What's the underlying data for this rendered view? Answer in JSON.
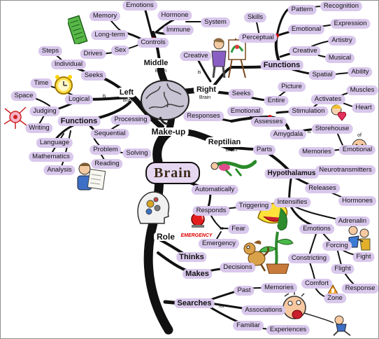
{
  "diagram": {
    "center": "Brain",
    "branches": {
      "middle": {
        "label": "Middle",
        "sub": "Brain",
        "controls": "Controls",
        "emotions": "Emotions",
        "hormone": "Hormone",
        "immune": "Immune",
        "system": "System",
        "memory": "Memory",
        "long_term": "Long-term",
        "drives": "Drives",
        "sex": "Sex"
      },
      "left": {
        "label": "Left",
        "sub": "Brain",
        "seeks": "Seeks",
        "individual": "Individual",
        "steps": "Steps",
        "is": "is",
        "logical": "Logical",
        "time": "Time",
        "space": "Space",
        "judging": "Judging",
        "writing": "Writing",
        "functions": "Functions",
        "language": "Language",
        "mathematics": "Mathematics",
        "analysis": "Analysis",
        "sequential": "Sequential",
        "processing": "Processing",
        "problem": "Problem",
        "solving": "Solving",
        "reading": "Reading"
      },
      "right": {
        "label": "Right",
        "sub": "Brain",
        "is": "is",
        "creative": "Creative",
        "functions": "Functions",
        "perceptual": "Perceptual",
        "skills": "Skills",
        "pattern": "Pattern",
        "recognition": "Recognition",
        "emotional": "Emotional",
        "expression": "Expression",
        "creative2": "Creative",
        "artistry": "Artistry",
        "musical": "Musical",
        "spatial": "Spatial",
        "ability": "Ability",
        "seeks": "Seeks",
        "picture": "Picture",
        "entire": "Entire"
      },
      "makeup": {
        "label": "Make-up",
        "responses": "Responses",
        "emotional": "Emotional",
        "assesses": "Assesses",
        "stimulation": "Stimulation",
        "activates": "Activates",
        "muscles": "Muscles",
        "heart": "Heart",
        "amygdala": "Amygdala",
        "is": "is",
        "storehouse": "Storehouse",
        "of": "of",
        "memories": "Memories",
        "emotional2": "Emotional"
      },
      "reptilian": {
        "label": "Reptilian",
        "sub": "Brain",
        "parts": "Parts",
        "hypothalamus": "Hypothalamus",
        "neurotransmitters": "Neurotransmitters",
        "releases": "Releases",
        "hormones": "Hormones",
        "intensifies": "Intensifies",
        "adrenalin": "Adrenalin",
        "emotions": "Emotions",
        "forcing": "Forcing",
        "fight": "Fight",
        "flight": "Flight",
        "constricting": "Constricting",
        "comfort": "Comfort",
        "zone": "Zone",
        "response": "Response",
        "automatically": "Automatically",
        "responds": "Responds",
        "triggering": "Triggering",
        "to": "to",
        "fear": "Fear",
        "emergency": "Emergency"
      },
      "role": {
        "label": "Role",
        "thinks": "Thinks",
        "makes": "Makes",
        "decisions": "Decisions",
        "searches": "Searches",
        "for": "for",
        "past": "Past",
        "memories": "Memories",
        "associations": "Associations",
        "familiar": "Familiar",
        "experiences": "Experiences"
      }
    },
    "emergency_sign": "EMERGENCY"
  },
  "colors": {
    "branch": "#111111",
    "node": "#d9c8ec",
    "center": "#e7d8f2",
    "junction": "#cc1111"
  }
}
